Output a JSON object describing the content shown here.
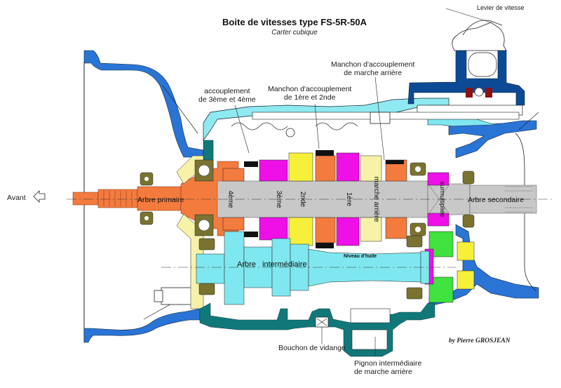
{
  "title": "Boite de vitesses type FS-5R-50A",
  "subtitle": "Carter cubique",
  "credit": "by Pierre GROSJEAN",
  "labels": {
    "levier": "Levier de vitesse",
    "avant": "Avant",
    "acc34_l1": "accouplement",
    "acc34_l2": "de 3ème et 4ème",
    "man12_l1": "Manchon d'accouplement",
    "man12_l2": "de 1ère et 2nde",
    "manma_l1": "Manchon  d'accouplement",
    "manma_l2": "de marche arrière",
    "arbre_primaire": "Arbre primaire",
    "arbre_secondaire": "Arbre secondaire",
    "arbre_intermediaire": "Arbre   intermédiaire",
    "niveau_huile": "Niveau d'huile",
    "bouchon": "Bouchon de vidange",
    "pignon_l1": "Pignon intermédiaire",
    "pignon_l2": "de marche arrière"
  },
  "gears": {
    "g4": "4ème",
    "g3": "3ème",
    "g2": "2nde",
    "g1": "1ère",
    "gma": "marche arrière",
    "g5": "surmultipliée"
  },
  "colors": {
    "housing_blue": "#2a74d6",
    "dark_blue": "#0d4a96",
    "cyan": "#7fe7ef",
    "light_cyan": "#9feff5",
    "teal": "#11787a",
    "orange": "#f47b3e",
    "magenta": "#ee10e6",
    "yellow": "#f6f03a",
    "pale_yellow": "#f7f2a8",
    "grey_shaft": "#c8c8c8",
    "olive": "#7a7330",
    "green": "#3fe23f",
    "dark_red": "#8a1212"
  }
}
